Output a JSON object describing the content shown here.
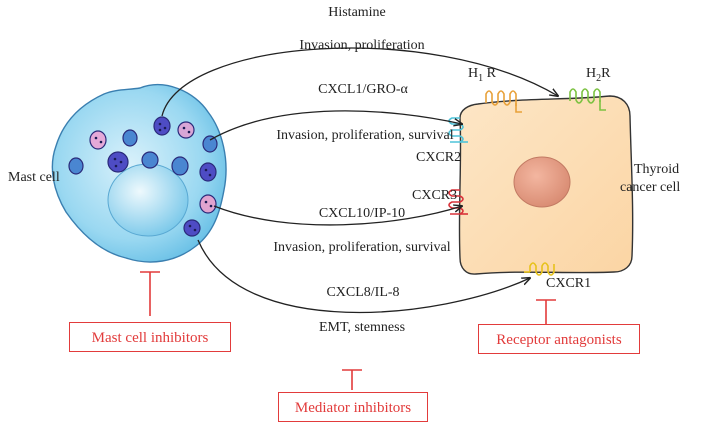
{
  "cells": {
    "mast_cell": "Mast cell",
    "thyroid_cancer_cell": [
      "Thyroid",
      "cancer cell"
    ]
  },
  "receptors": {
    "h1r": {
      "main": "H",
      "sub": "1",
      "suffix": " R"
    },
    "h2r": {
      "main": "H",
      "sub": "2",
      "suffix": "R"
    },
    "cxcr2": "CXCR2",
    "cxcr3": "CXCR3",
    "cxcr1": "CXCR1"
  },
  "pathways": [
    {
      "mediator": "Histamine",
      "effect": "Invasion, proliferation"
    },
    {
      "mediator": "CXCL1/GRO-α",
      "effect": "Invasion, proliferation, survival"
    },
    {
      "mediator": "CXCL10/IP-10",
      "effect": "Invasion, proliferation, survival"
    },
    {
      "mediator": "CXCL8/IL-8",
      "effect": "EMT, stemness"
    }
  ],
  "inhibitors": {
    "mast_cell": "Mast cell inhibitors",
    "mediator": "Mediator inhibitors",
    "receptor": "Receptor antagonists"
  },
  "colors": {
    "inhibitor_red": "#e23b3b",
    "mast_cell_fill": "#8fd3ef",
    "cancer_cell_fill": "#fde0b8",
    "h1r": "#e8a13a",
    "h2r": "#7cc242",
    "cxcr2": "#4fc3d9",
    "cxcr3": "#d8323a",
    "cxcr1": "#e7c21b"
  }
}
